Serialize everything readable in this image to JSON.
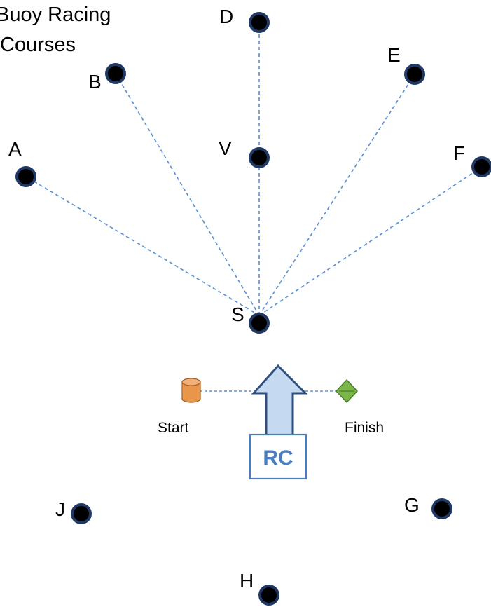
{
  "title": {
    "line1": "Buoy Racing",
    "line2": "Courses"
  },
  "marks": {
    "A": "A",
    "B": "B",
    "D": "D",
    "E": "E",
    "F": "F",
    "V": "V",
    "S": "S",
    "G": "G",
    "H": "H",
    "J": "J"
  },
  "start_line": {
    "start_label": "Start",
    "finish_label": "Finish",
    "committee_boat_label": "RC"
  },
  "colors": {
    "buoy": "#000000",
    "buoy_outline": "#1f3864",
    "course_line": "#5b8fd0",
    "arrow_fill": "#c5d9f1",
    "arrow_outline": "#2f4f7f",
    "rc_box": "#4a7cc0",
    "start_buoy": "#e8964a",
    "finish_buoy": "#7ab648"
  }
}
